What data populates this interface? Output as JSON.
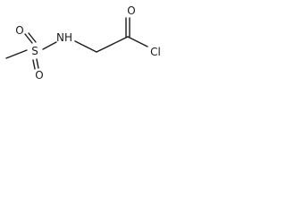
{
  "structure": {
    "atoms": {
      "sulfur": "S",
      "oxygen_top": "O",
      "oxygen_bottom": "O",
      "nitrogen": "NH",
      "carbonyl_oxygen": "O",
      "chlorine": "Cl"
    }
  }
}
